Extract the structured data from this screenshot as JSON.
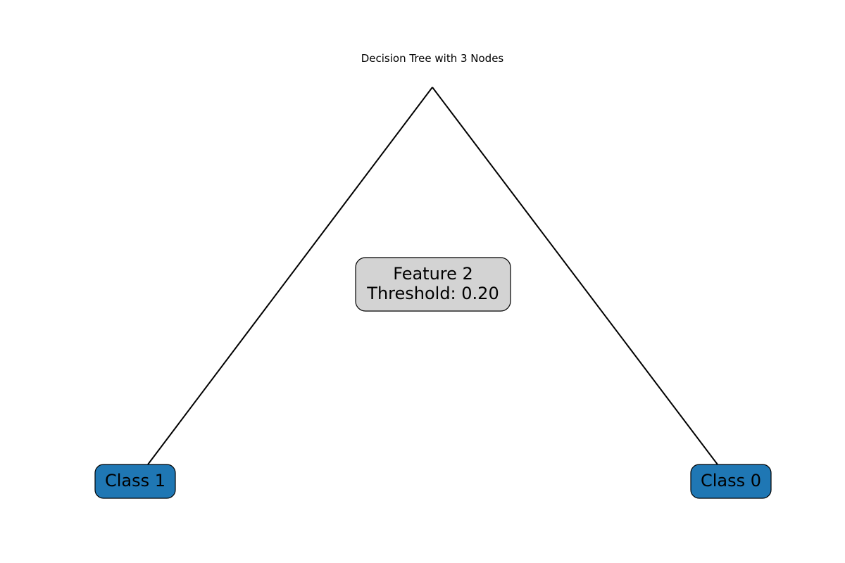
{
  "title": "Decision Tree with 3 Nodes",
  "root": {
    "feature_label": "Feature 2",
    "threshold_label": "Threshold: 0.20",
    "fill_color": "#d3d3d3"
  },
  "leaves": {
    "left": {
      "label": "Class 1",
      "fill_color": "#1f77b4"
    },
    "right": {
      "label": "Class 0",
      "fill_color": "#1f77b4"
    }
  },
  "edge_color": "#000000"
}
